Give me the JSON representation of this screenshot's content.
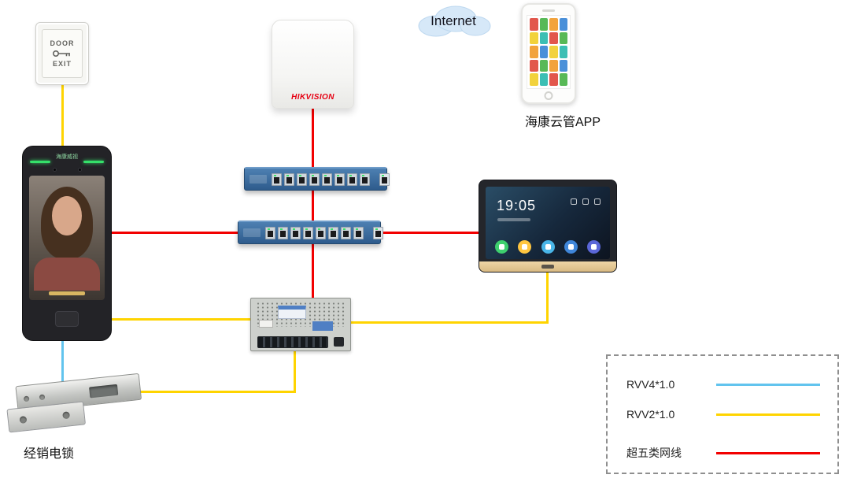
{
  "labels": {
    "internet": "Internet",
    "app_name": "海康云管APP",
    "lock_name": "经销电锁"
  },
  "devices": {
    "exit_button": {
      "line1": "DOOR",
      "line2": "EXIT"
    },
    "router": {
      "brand": "HIKVISION"
    },
    "face_terminal": {
      "brand": "海康威视"
    },
    "indoor_monitor": {
      "time": "19:05"
    }
  },
  "legend": {
    "items": [
      {
        "label": "RVV4*1.0",
        "wire": "blue"
      },
      {
        "label": "RVV2*1.0",
        "wire": "yellow"
      },
      {
        "label": "超五类网线",
        "wire": "red"
      }
    ]
  },
  "colors": {
    "blue": "#62c4ee",
    "yellow": "#ffd400",
    "red": "#f20000"
  }
}
